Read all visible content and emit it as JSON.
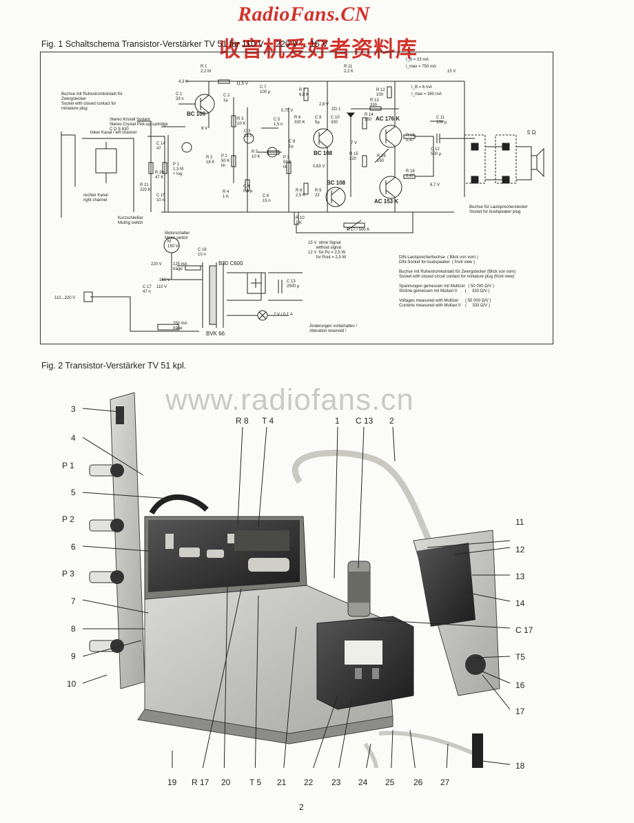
{
  "watermark": {
    "site_en": "RadioFans.CN",
    "site_cn": "收音机爱好者资料库",
    "site_url": "www.radiofans.cn"
  },
  "fig1": {
    "caption": "Fig. 1   Schaltschema Transistor-Verstärker TV 51 für 110 V ... 220 V ... 15 V",
    "input_notes": [
      "Buchse mit Ruhestromkontakt für",
      "Zwergstecker",
      "Socket with closed contact for",
      "miniature plug"
    ],
    "cartridge": [
      "Stereo Kristall System",
      "Stereo Crystal Pick-up cartridge",
      "C D S 630"
    ],
    "left_channel": "linker Kanal / left channel",
    "right_channel": [
      "rechter Kanal",
      "right channel"
    ],
    "muting": [
      "Kurzschließer",
      "Muting switch"
    ],
    "motor": [
      "Motorschalter",
      "Motor switch"
    ],
    "transistors": [
      "BC 109",
      "BC 108",
      "BC 108",
      "AC 176 K",
      "AC 153 K"
    ],
    "components": {
      "R1": "R 1\n2,2 M",
      "C1": "C 1\n33 n",
      "C2": "C 2\n1µ",
      "R3": "R 3\n10 K",
      "C3": "C 3\n33 n",
      "R2": "R 2\n18 K",
      "P2": "P 2\n50 K\nlin",
      "C4": "C 4\n0,1 µ",
      "R4": "R 4\n1 K",
      "R5": "R 5\n10 K",
      "P3": "P 3\n50 K\nlin",
      "C5": "C 5\n1,5 n",
      "C6": "C 6\n15 n",
      "R6": "R 6\n330 K",
      "C8": "C 8\n1µ",
      "C9": "C 9\n5µ",
      "C10": "C 10\n330",
      "R7": "R 7\n6,8 K",
      "R8": "R 8\n2,5 K",
      "R9": "R 9\n22",
      "R10": "R 10\n1 K",
      "C7": "C 7\n100 µ",
      "R11": "R 11\n2,2 K",
      "R12": "R 12\n100",
      "R13": "R 13\n330",
      "R14": "R 14\n150",
      "R15": "R 15\n220",
      "R16": "R 16\n0,47",
      "R18": "R 18\n0,47",
      "RL16": "R 16\n150",
      "R17": "R 17 / 500 K",
      "C11": "C 11\n100 µ",
      "C12": "C 12\n500 µ",
      "C14": "C 14\n47",
      "C15": "C 15\n10 n",
      "P1": "P 1\n1,3 M\n+ log",
      "R20": "R 20\n47 K",
      "R21": "R 21\n220 K",
      "ZG1": "ZG 1",
      "C16": "C 16\n10 n",
      "C17": "C 17\n47 n",
      "C13": "C 13\n2500 µ"
    },
    "voltages": [
      "4,3 V",
      "11,5 V",
      "2,8 V",
      "8 V",
      "0,75 V",
      "0,63 V",
      "7 V",
      "6,7 V",
      "15 V"
    ],
    "currents": [
      "I_B = 23 mA",
      "I_max = 750 mA",
      "I_B = 6 mA",
      "I_max = 340 mA"
    ],
    "speaker": "5 Ω",
    "speaker_socket": [
      "Buchse für Lautsprecherstecker",
      "Socket for loudspeaker plug"
    ],
    "supply": {
      "mains": "110...220 V",
      "motor": "M\n150 V~",
      "v220": "220 V",
      "v150": "150 V",
      "v110": "110 V",
      "fuse1": "125 mA\nträge",
      "fuse2": "250 mA\nträge",
      "transformer": "B30 C600",
      "bvk": "BVK 66",
      "lamp": "7 V / 0,1 A",
      "signal": "15 V  ohne Signal\n       without signal\n12 V  für Po = 2,5 W\n       for Pout = 2,5 W"
    },
    "legend": [
      "DIN-Lautsprecherbuchse  ( Blick von vorn )",
      "DIN-Socket for loudspeaker  ( front view )",
      "Buchse mit Ruhestromkontakt für Zwergstecker (Blick von vorn)",
      "Socket with closed circuit contact for miniature plug (front view)",
      "Spannungen gemessen mit Multizet   ( 50 000 Ω/V )",
      "Ströme gemessen mit Multavi II       (     333 Ω/V )",
      "Voltages measured with Multizet      ( 50 000 Ω/V )",
      "Currents measured with Multavi II    (     333 Ω/V )"
    ],
    "changes": [
      "Änderungen vorbehalten !",
      "Alteration reserved !"
    ]
  },
  "fig2": {
    "caption": "Fig. 2   Transistor-Verstärker TV 51 kpl.",
    "callouts_left": [
      "3",
      "4",
      "P 1",
      "5",
      "P 2",
      "6",
      "P 3",
      "7",
      "8",
      "9",
      "10"
    ],
    "callouts_top": [
      "R 8",
      "T 4",
      "1",
      "C 13",
      "2"
    ],
    "callouts_right": [
      "11",
      "12",
      "13",
      "14",
      "C 17",
      "T5",
      "16",
      "17",
      "18"
    ],
    "callouts_bottom": [
      "19",
      "R 17",
      "20",
      "T 5",
      "21",
      "22",
      "23",
      "24",
      "25",
      "26",
      "27"
    ]
  },
  "page_number": "2"
}
